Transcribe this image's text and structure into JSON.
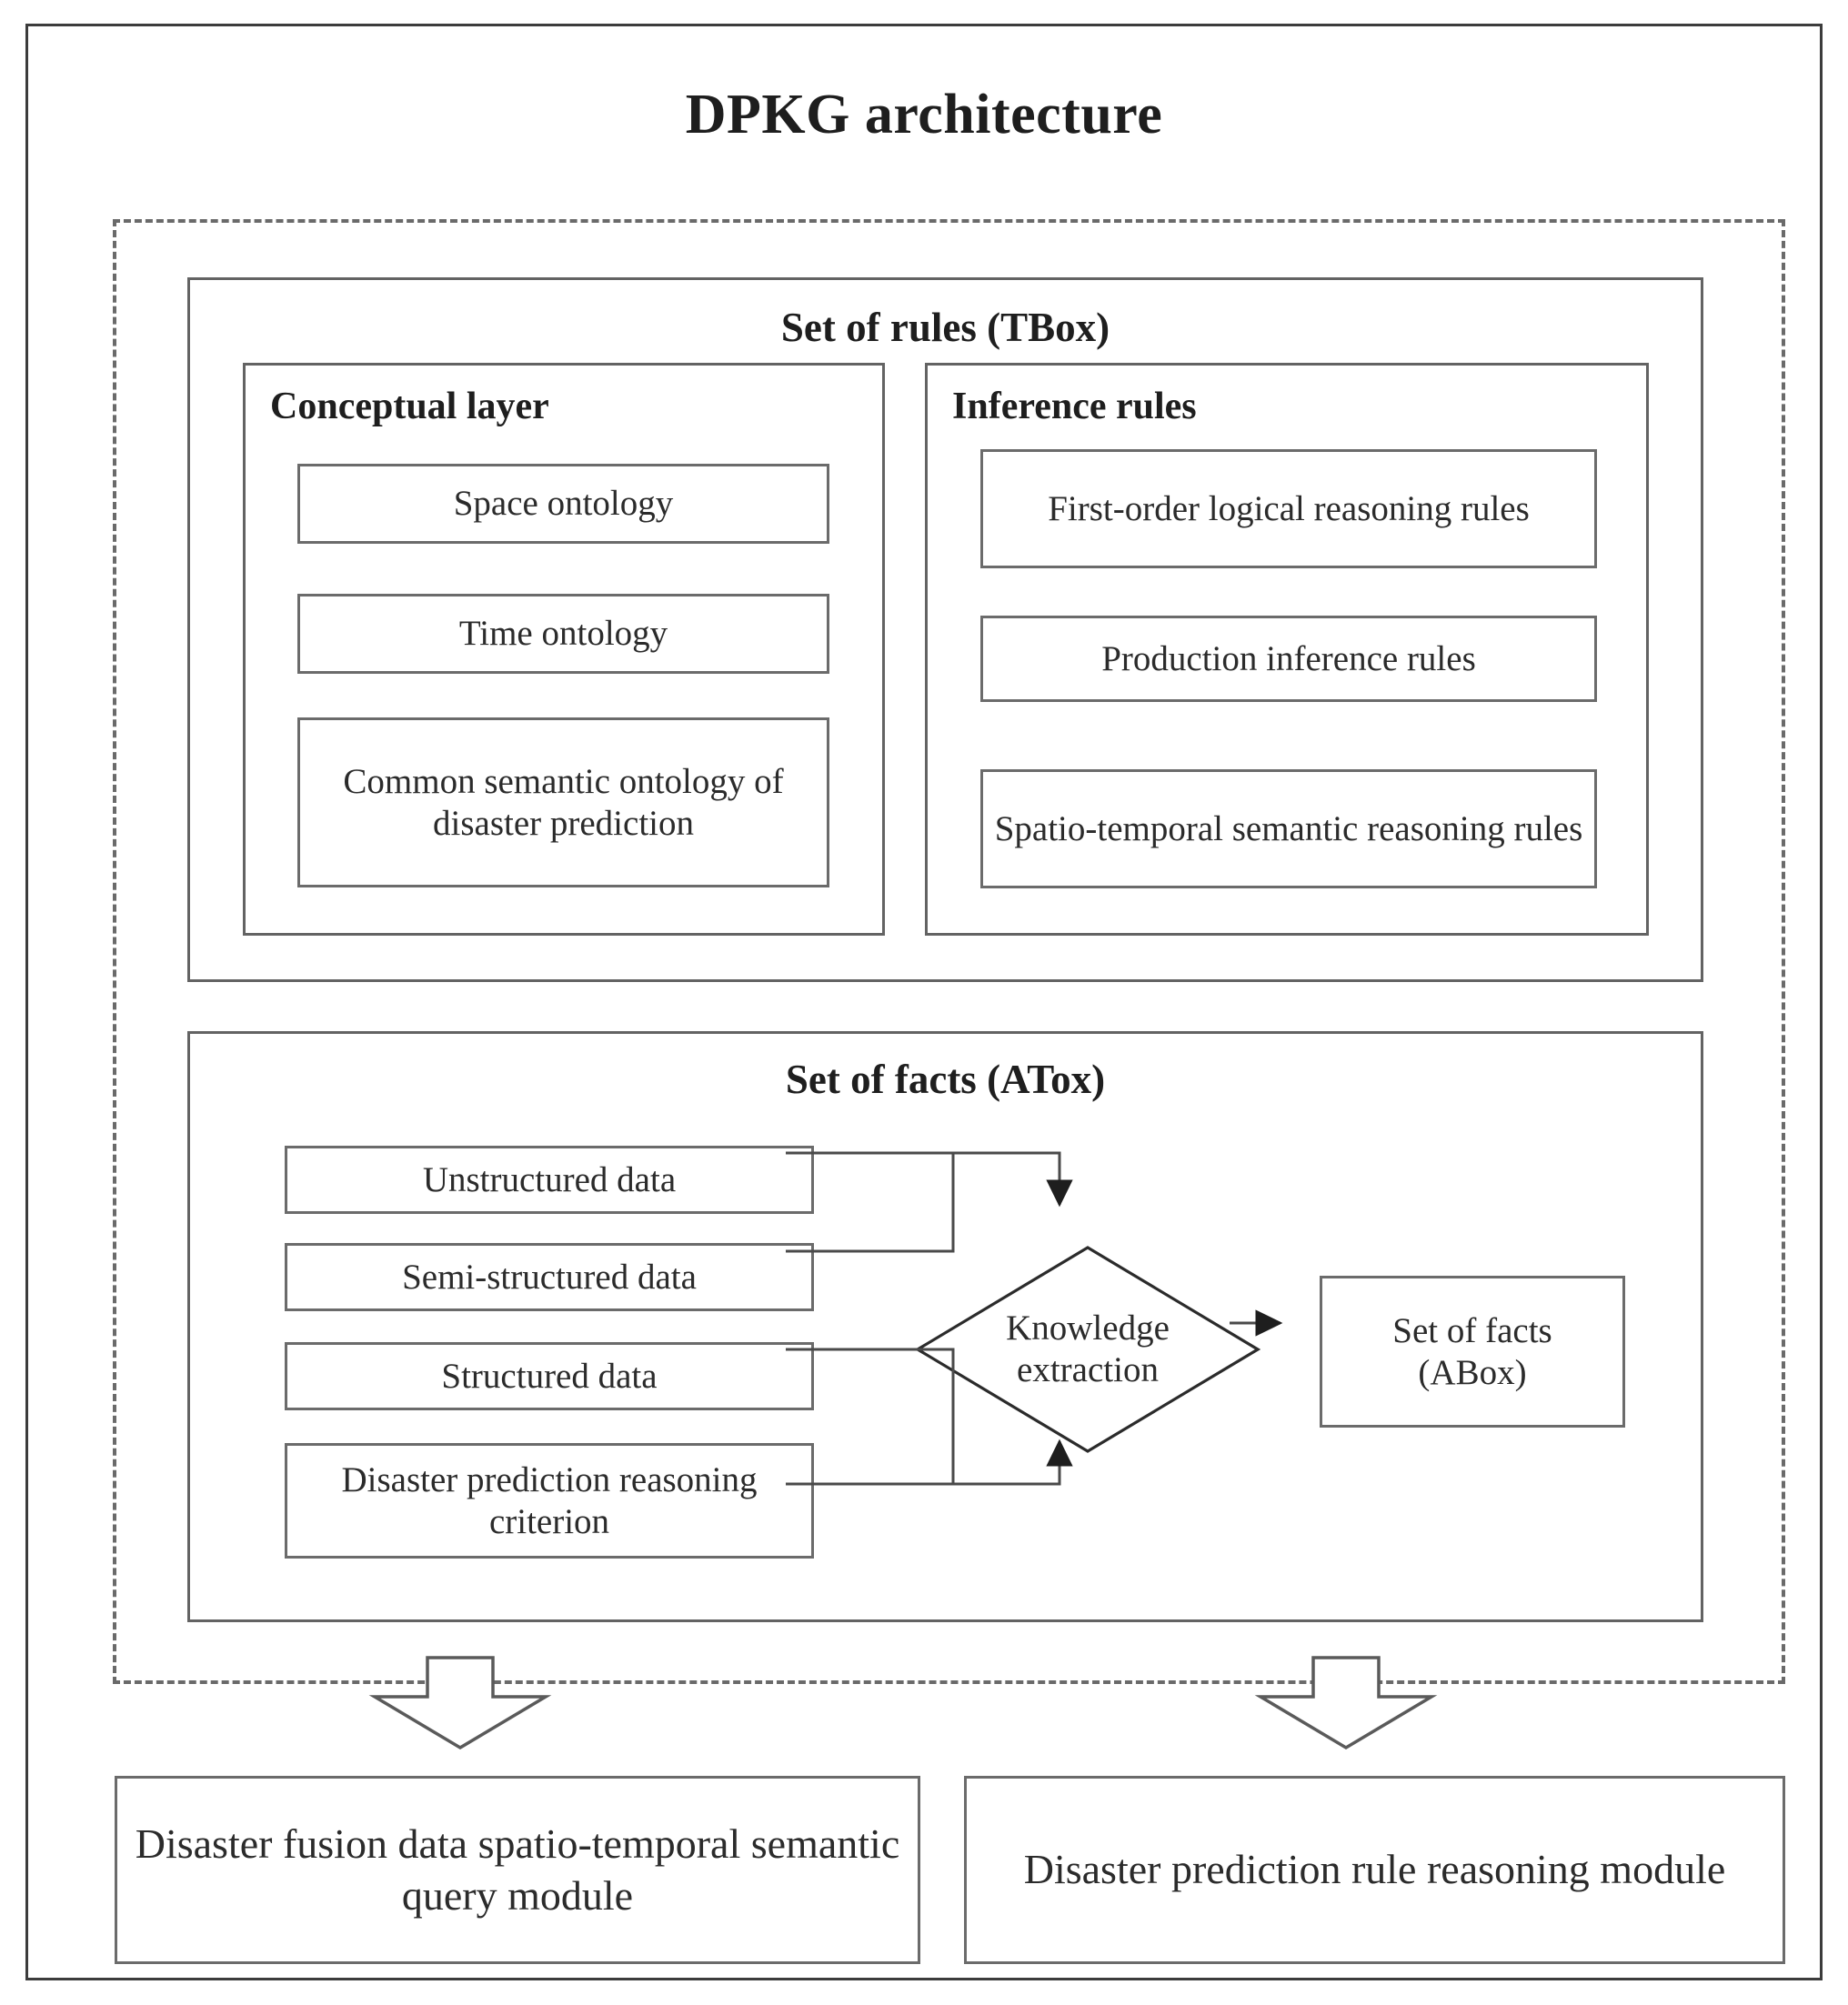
{
  "title": "DPKG architecture",
  "tbox": {
    "title": "Set of rules (TBox)",
    "conceptual_layer": {
      "title": "Conceptual layer",
      "items": [
        {
          "label": "Space ontology"
        },
        {
          "label": "Time ontology"
        },
        {
          "label": "Common semantic ontology of disaster prediction"
        }
      ]
    },
    "inference_rules": {
      "title": "Inference rules",
      "items": [
        {
          "label": "First-order logical reasoning rules"
        },
        {
          "label": "Production inference rules"
        },
        {
          "label": "Spatio-temporal semantic reasoning rules"
        }
      ]
    }
  },
  "abox": {
    "title": "Set of facts (ATox)",
    "sources": [
      {
        "label": "Unstructured data"
      },
      {
        "label": "Semi-structured data"
      },
      {
        "label": "Structured data"
      },
      {
        "label": "Disaster prediction reasoning criterion"
      }
    ],
    "process": {
      "label_line1": "Knowledge",
      "label_line2": "extraction"
    },
    "output": {
      "label_line1": "Set of facts",
      "label_line2": "(ABox)"
    }
  },
  "modules": [
    {
      "label": "Disaster fusion data spatio-temporal semantic query module"
    },
    {
      "label": "Disaster prediction rule reasoning module"
    }
  ],
  "colors": {
    "frame": "#3c3c3c",
    "panel_border": "#636363",
    "box_border": "#6b6b6b",
    "dashed_border": "#6a6a6a",
    "text": "#2b2b2b",
    "background": "#ffffff"
  }
}
